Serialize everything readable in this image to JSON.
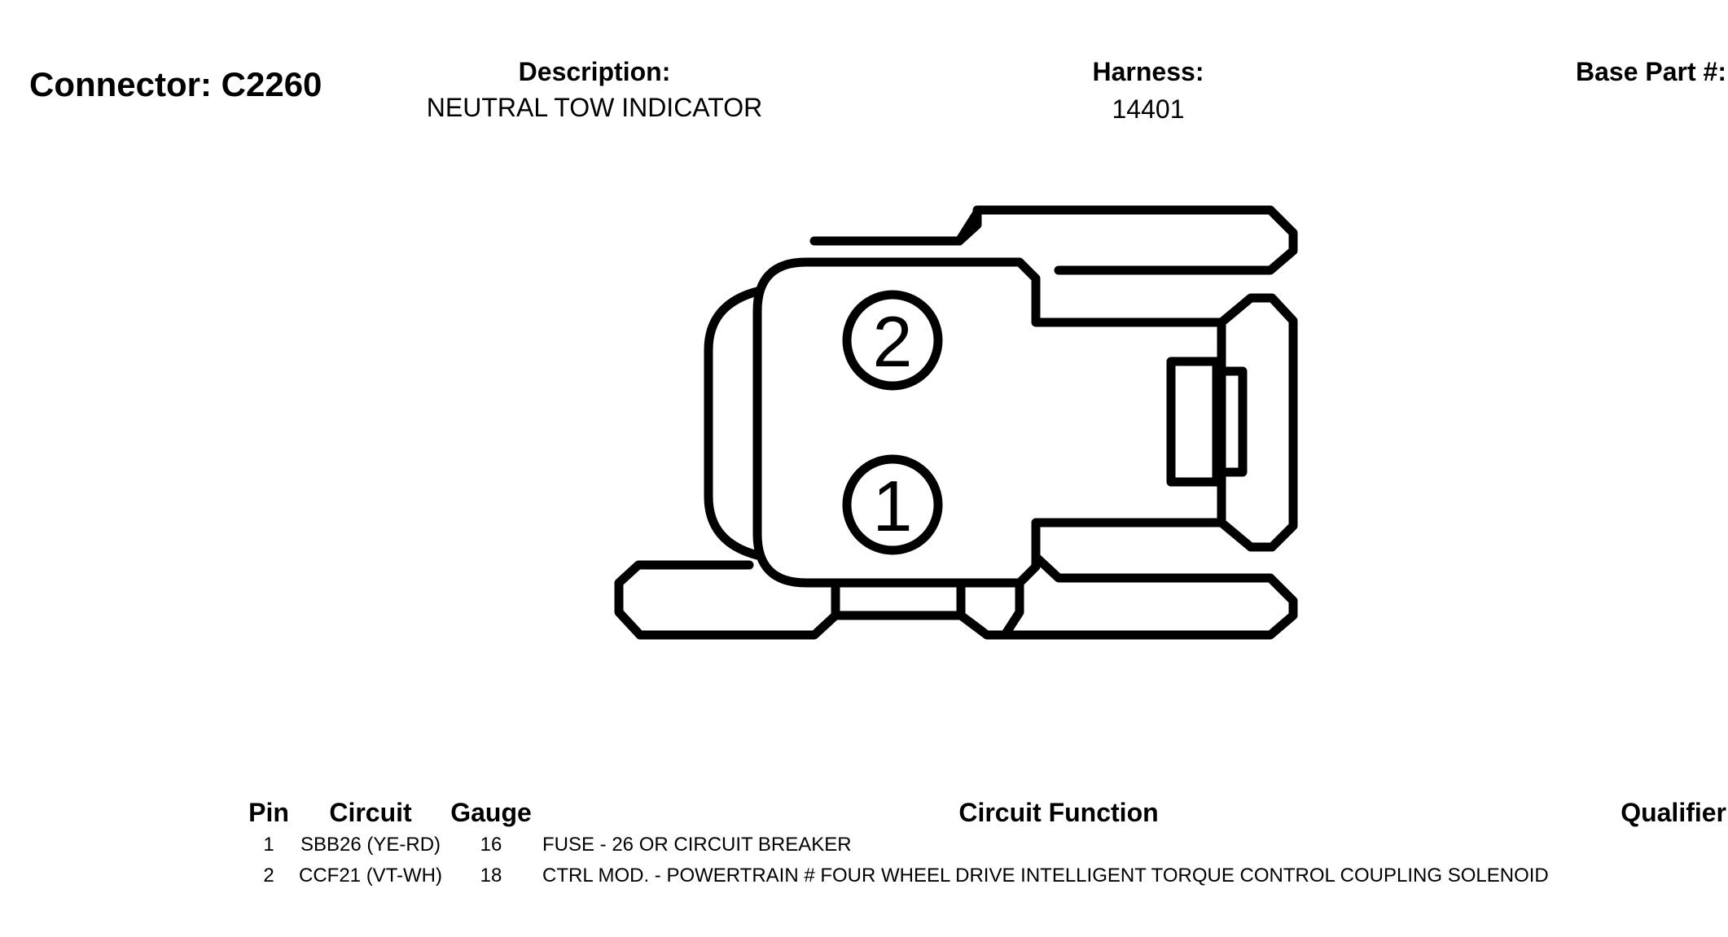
{
  "header": {
    "title": "Connector: C2260",
    "description_label": "Description:",
    "description_value": "NEUTRAL TOW INDICATOR",
    "harness_label": "Harness:",
    "harness_value": "14401",
    "base_part_label": "Base Part #:"
  },
  "diagram": {
    "pin_labels": [
      "2",
      "1"
    ]
  },
  "table": {
    "headers": {
      "pin": "Pin",
      "circuit": "Circuit",
      "gauge": "Gauge",
      "function": "Circuit Function",
      "qualifier": "Qualifier"
    },
    "rows": [
      {
        "pin": "1",
        "circuit": "SBB26 (YE-RD)",
        "gauge": "16",
        "function": "FUSE - 26 OR CIRCUIT BREAKER"
      },
      {
        "pin": "2",
        "circuit": "CCF21 (VT-WH)",
        "gauge": "18",
        "function": "CTRL MOD. - POWERTRAIN # FOUR WHEEL DRIVE INTELLIGENT TORQUE CONTROL COUPLING SOLENOID"
      }
    ]
  }
}
